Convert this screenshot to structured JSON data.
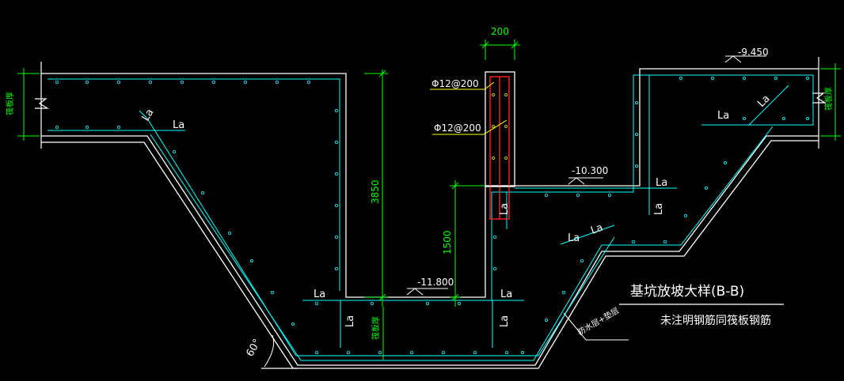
{
  "drawing": {
    "title": "基坑放坡大样(B-B)",
    "note": "未注明钢筋同筏板钢筋",
    "colors": {
      "background": "#000000",
      "concrete_line": "#ffffff",
      "rebar": "#00ffff",
      "dimension": "#00ff00",
      "column_rebar": "#ff2020",
      "stirrup_leader": "#ffff00"
    },
    "labels": {
      "la": "La",
      "rebar_top": "Φ12@200",
      "rebar_mid": "Φ12@200",
      "waterproof": "防水层+垫层",
      "raft_thickness_left": "筏板厚",
      "raft_thickness_right": "筏板厚",
      "raft_thickness_bottom": "筏板厚",
      "angle": "60°"
    },
    "dimensions": {
      "wall_width": "200",
      "depth_total": "3850",
      "depth_step": "1500"
    },
    "elevations": {
      "top_right": "-9.450",
      "middle": "-10.300",
      "bottom": "-11.800"
    }
  }
}
